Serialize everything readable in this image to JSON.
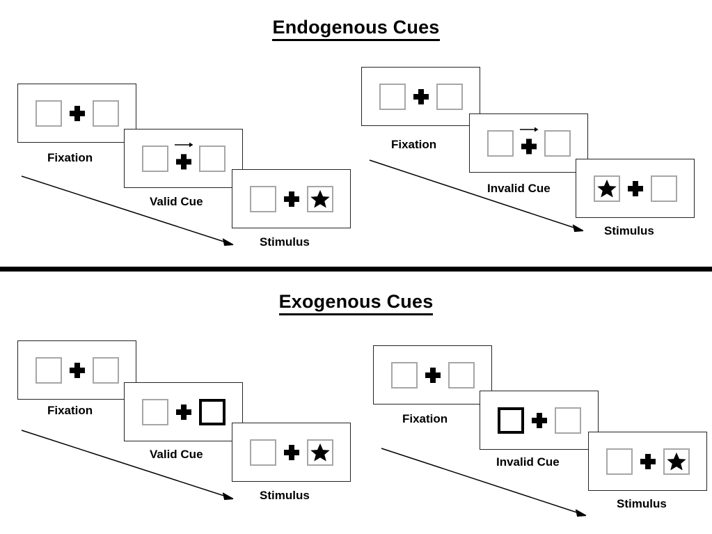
{
  "sections": [
    {
      "id": "endogenous",
      "title": "Endogenous Cues",
      "cue_type": "arrow",
      "panels": [
        {
          "id": "endogenous-valid",
          "cue_label": "Valid Cue",
          "frames": [
            {
              "label": "Fixation",
              "left_box": "empty",
              "right_box": "empty",
              "center": "plus"
            },
            {
              "label": "Valid Cue",
              "left_box": "empty",
              "right_box": "empty",
              "center": "plus-with-right-arrow"
            },
            {
              "label": "Stimulus",
              "left_box": "empty",
              "right_box": "star",
              "center": "plus"
            }
          ]
        },
        {
          "id": "endogenous-invalid",
          "cue_label": "Invalid Cue",
          "frames": [
            {
              "label": "Fixation",
              "left_box": "empty",
              "right_box": "empty",
              "center": "plus"
            },
            {
              "label": "Invalid Cue",
              "left_box": "empty",
              "right_box": "empty",
              "center": "plus-with-right-arrow"
            },
            {
              "label": "Stimulus",
              "left_box": "star",
              "right_box": "empty",
              "center": "plus"
            }
          ]
        }
      ]
    },
    {
      "id": "exogenous",
      "title": "Exogenous Cues",
      "cue_type": "box-flash",
      "panels": [
        {
          "id": "exogenous-valid",
          "cue_label": "Valid Cue",
          "frames": [
            {
              "label": "Fixation",
              "left_box": "empty",
              "right_box": "empty",
              "center": "plus"
            },
            {
              "label": "Valid Cue",
              "left_box": "empty",
              "right_box": "cued",
              "center": "plus"
            },
            {
              "label": "Stimulus",
              "left_box": "empty",
              "right_box": "star",
              "center": "plus"
            }
          ]
        },
        {
          "id": "exogenous-invalid",
          "cue_label": "Invalid Cue",
          "frames": [
            {
              "label": "Fixation",
              "left_box": "empty",
              "right_box": "empty",
              "center": "plus"
            },
            {
              "label": "Invalid Cue",
              "left_box": "cued",
              "right_box": "empty",
              "center": "plus"
            },
            {
              "label": "Stimulus",
              "left_box": "empty",
              "right_box": "star",
              "center": "plus"
            }
          ]
        }
      ]
    }
  ],
  "colors": {
    "box_border": "#a6a6a6",
    "cued_box_border": "#000000",
    "frame_border": "#222222",
    "ink": "#000000",
    "background": "#ffffff"
  },
  "icons": {
    "star": "star-icon",
    "plus": "fixation-cross-icon",
    "arrow": "right-arrow-cue-icon",
    "time_arrow": "time-progression-arrow-icon"
  }
}
